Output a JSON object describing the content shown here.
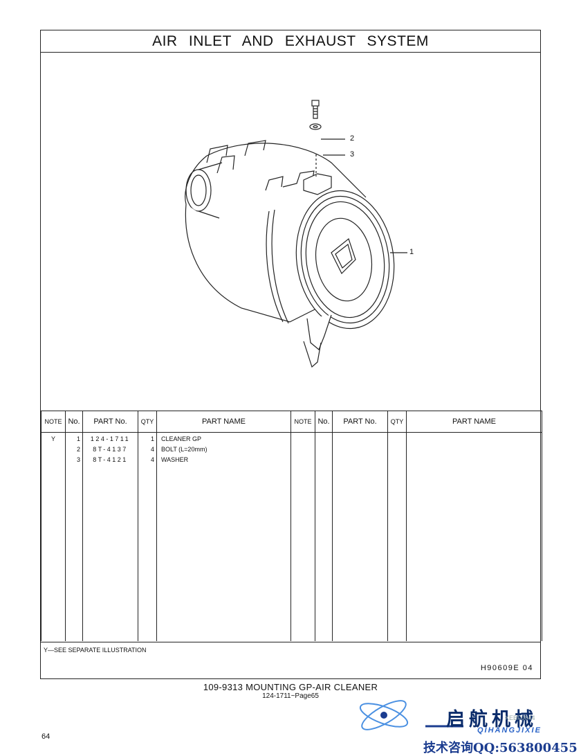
{
  "page": {
    "title": "AIR  INLET  AND  EXHAUST  SYSTEM",
    "callouts": [
      "1",
      "2",
      "3"
    ],
    "headers": {
      "note": "NOTE",
      "no": "No.",
      "part_no": "PART No.",
      "qty": "QTY",
      "part_name": "PART NAME"
    },
    "rows": [
      {
        "note": "Y",
        "no": "1",
        "part_no": "124-1711",
        "qty": "1",
        "name": "CLEANER  GP"
      },
      {
        "note": "",
        "no": "2",
        "part_no": "8T-4137",
        "qty": "4",
        "name": "BOLT (L=20mm)"
      },
      {
        "note": "",
        "no": "3",
        "part_no": "8T-4121",
        "qty": "4",
        "name": "WASHER"
      }
    ],
    "footnote": "Y—SEE  SEPARATE  ILLUSTRATION",
    "illustration_code": "H90609E   04",
    "caption_main": "109-9313  MOUNTING  GP-AIR  CLEANER",
    "caption_sub": "124-1711~Page65",
    "page_number": "64"
  },
  "watermark": {
    "chinese": "启航机械",
    "pinyin": "QIHANGJIXIE",
    "code": "XEBF0044",
    "contact": "技术咨询QQ:563800455"
  },
  "colors": {
    "line": "#222222",
    "watermark_blue": "#1b3c8f"
  }
}
